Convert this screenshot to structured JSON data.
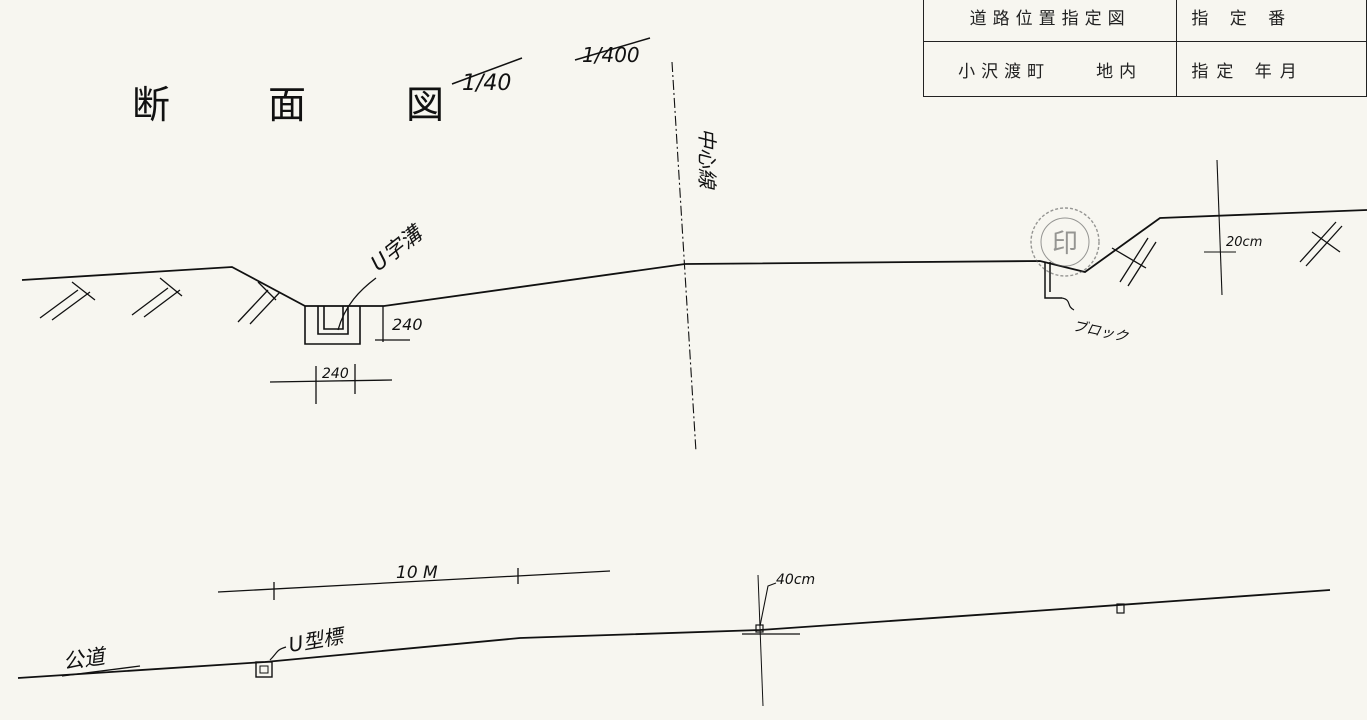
{
  "title": {
    "chars": [
      "断",
      "面",
      "図"
    ]
  },
  "scales": [
    "1/40",
    "1/400"
  ],
  "info_table": {
    "rows": [
      {
        "left": "道路位置指定図",
        "right": "指 定 番"
      },
      {
        "left": "小沢渡町　　地内",
        "right": "指定 年月"
      }
    ]
  },
  "annotations": {
    "u_ditch": "U字溝",
    "ditch_height": "240",
    "ditch_width": "240",
    "centerline": "中心線",
    "block": "ブロック",
    "block_height": "20cm",
    "distance": "10 M",
    "peg_height": "40cm",
    "stake": "U型標",
    "public_road": "公道"
  },
  "seal": {
    "text": "印"
  },
  "colors": {
    "ink": "#111111",
    "paper": "#f7f6f0",
    "seal": "#555555"
  }
}
